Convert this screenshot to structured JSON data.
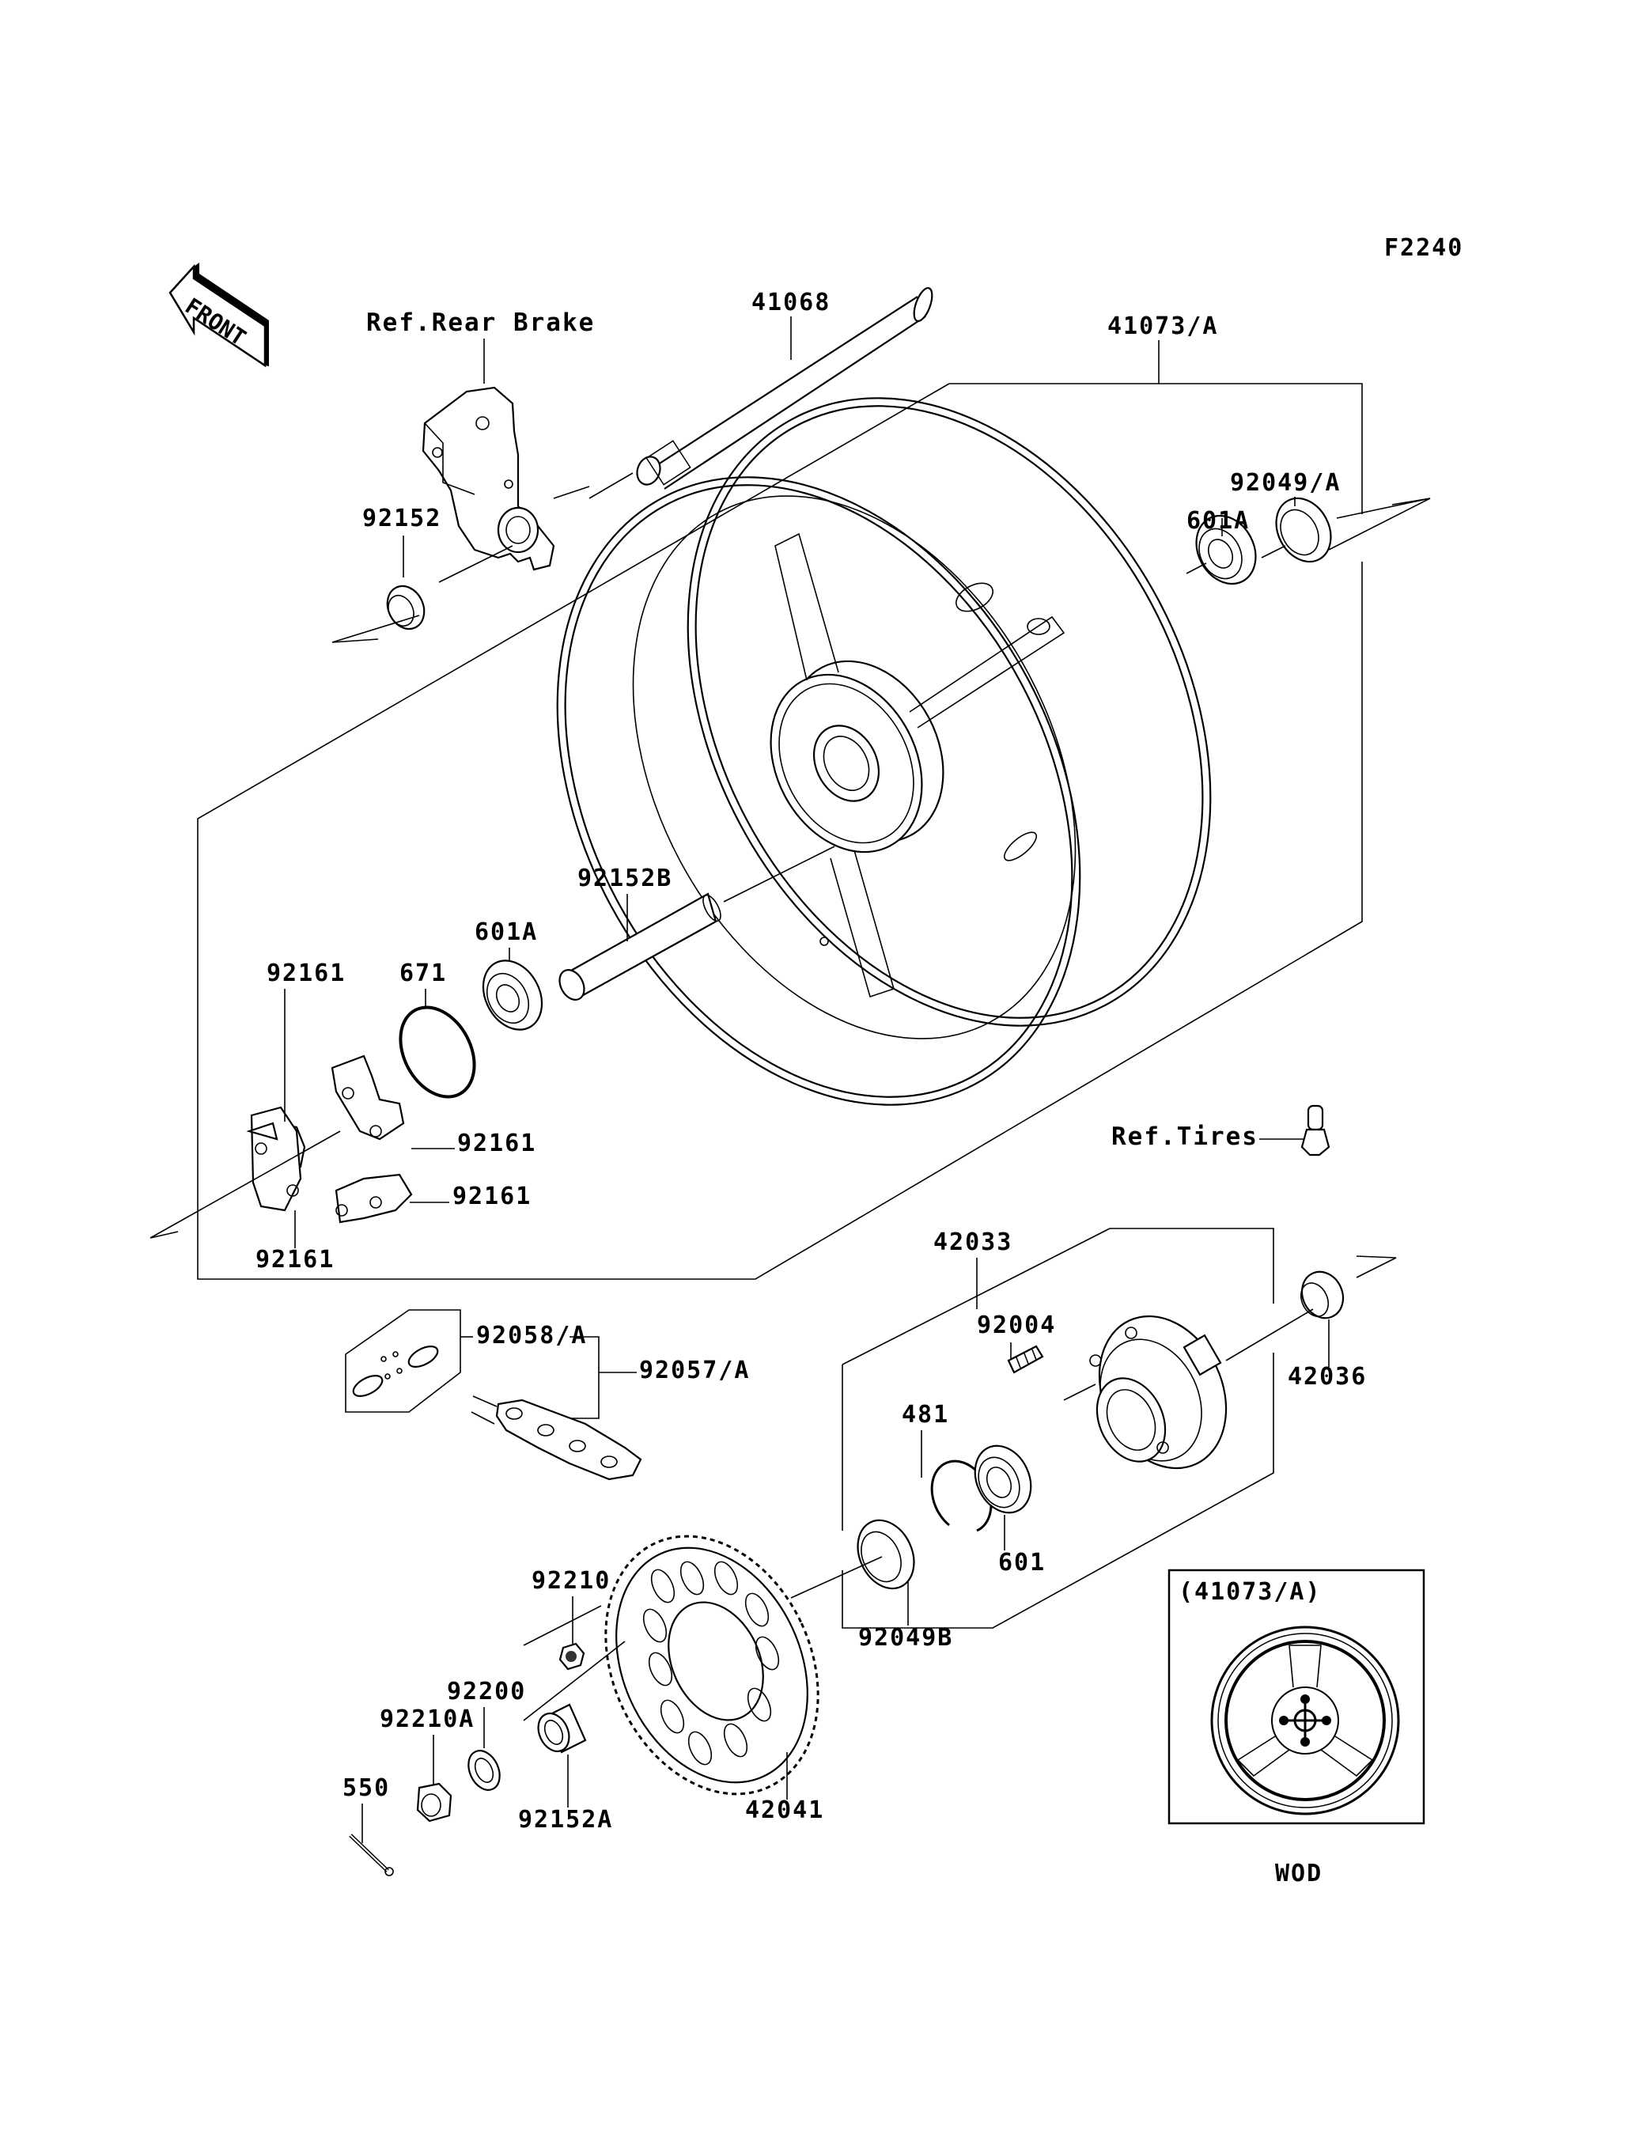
{
  "figure_code": "F2240",
  "front_arrow": {
    "label": "FRONT",
    "icon": "front-direction-arrow"
  },
  "references": {
    "rear_brake": "Ref.Rear Brake",
    "tires": "Ref.Tires"
  },
  "parts": {
    "p41068": "41068",
    "p41073A": "41073/A",
    "p92049A": "92049/A",
    "p601A_top": "601A",
    "p92152": "92152",
    "p92152B": "92152B",
    "p601A_mid": "601A",
    "p671": "671",
    "p92161_a": "92161",
    "p92161_b": "92161",
    "p92161_c": "92161",
    "p92161_d": "92161",
    "p42033": "42033",
    "p92004": "92004",
    "p42036": "42036",
    "p92058A": "92058/A",
    "p92057A": "92057/A",
    "p481": "481",
    "p601": "601",
    "p92049B": "92049B",
    "p92210": "92210",
    "p92200": "92200",
    "p92210A": "92210A",
    "p550": "550",
    "p92152A": "92152A",
    "p42041": "42041"
  },
  "inset": {
    "title": "(41073/A)",
    "caption": "WOD"
  }
}
